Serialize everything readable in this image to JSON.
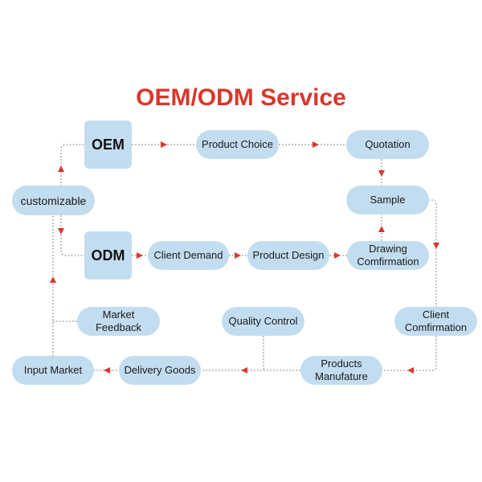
{
  "title": "OEM/ODM Service",
  "colors": {
    "title": "#d9372b",
    "node_fill": "#c3ddf0",
    "arrow": "#d9372b",
    "connector": "#8a8a8a"
  },
  "nodes": {
    "oem": "OEM",
    "odm": "ODM",
    "customizable": "customizable",
    "product_choice": "Product Choice",
    "quotation": "Quotation",
    "sample": "Sample",
    "client_demand": "Client Demand",
    "product_design": "Product Design",
    "drawing_confirmation": [
      "Drawing",
      "Comfirmation"
    ],
    "client_confirmation": [
      "Client",
      "Comfirmation"
    ],
    "products_manufacture": [
      "Products",
      "Manufature"
    ],
    "quality_control": "Quality Control",
    "delivery_goods": "Delivery Goods",
    "input_market": "Input Market",
    "market_feedback": [
      "Market",
      "Feedback"
    ]
  },
  "flow": [
    [
      "customizable",
      "OEM"
    ],
    [
      "customizable",
      "ODM"
    ],
    [
      "OEM",
      "Product Choice"
    ],
    [
      "Product Choice",
      "Quotation"
    ],
    [
      "Quotation",
      "Sample"
    ],
    [
      "ODM",
      "Client Demand"
    ],
    [
      "Client Demand",
      "Product Design"
    ],
    [
      "Product Design",
      "Drawing Comfirmation"
    ],
    [
      "Drawing Comfirmation",
      "Sample"
    ],
    [
      "Sample",
      "Client Comfirmation"
    ],
    [
      "Client Comfirmation",
      "Products Manufature"
    ],
    [
      "Products Manufature",
      "Delivery Goods"
    ],
    [
      "Quality Control",
      "Delivery Goods"
    ],
    [
      "Delivery Goods",
      "Input Market"
    ],
    [
      "Input Market",
      "customizable"
    ],
    [
      "Market Feedback",
      "customizable"
    ]
  ]
}
